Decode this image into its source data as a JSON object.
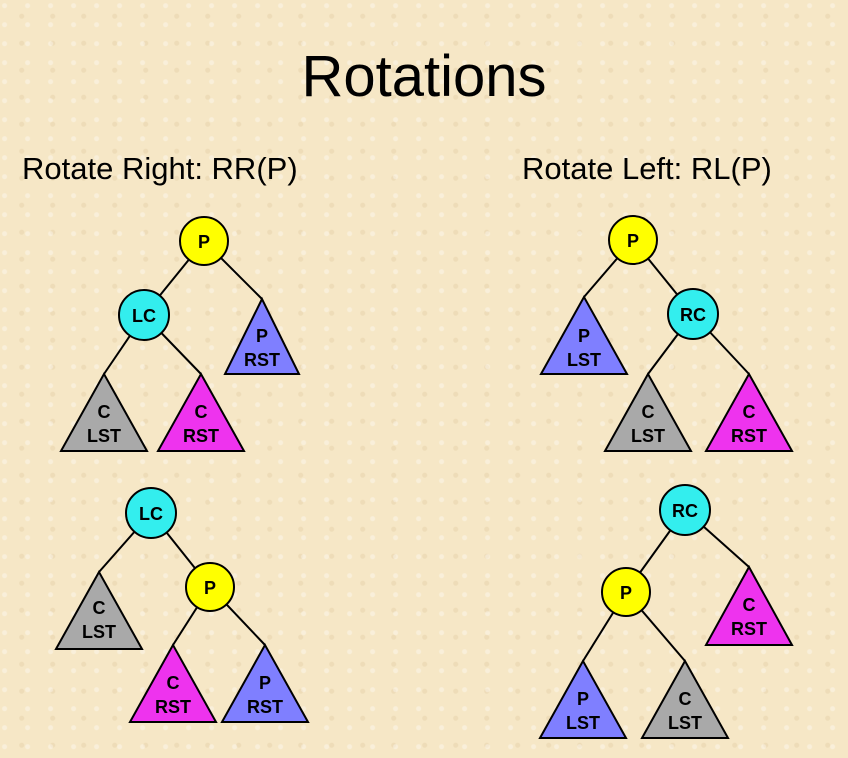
{
  "title": "Rotations",
  "left_heading": "Rotate Right: RR(P)",
  "right_heading": "Rotate Left: RL(P)",
  "colors": {
    "background": "#f6e7c6",
    "node_p": "#ffff00",
    "node_child": "#33eeee",
    "subtree_p": "#7f7fff",
    "subtree_c_left": "#a9a9a9",
    "subtree_c_right": "#ee33ee"
  },
  "labels": {
    "P": "P",
    "LC": "LC",
    "RC": "RC",
    "P_RST": [
      "P",
      "RST"
    ],
    "P_LST": [
      "P",
      "LST"
    ],
    "C_LST": [
      "C",
      "LST"
    ],
    "C_RST": [
      "C",
      "RST"
    ]
  }
}
